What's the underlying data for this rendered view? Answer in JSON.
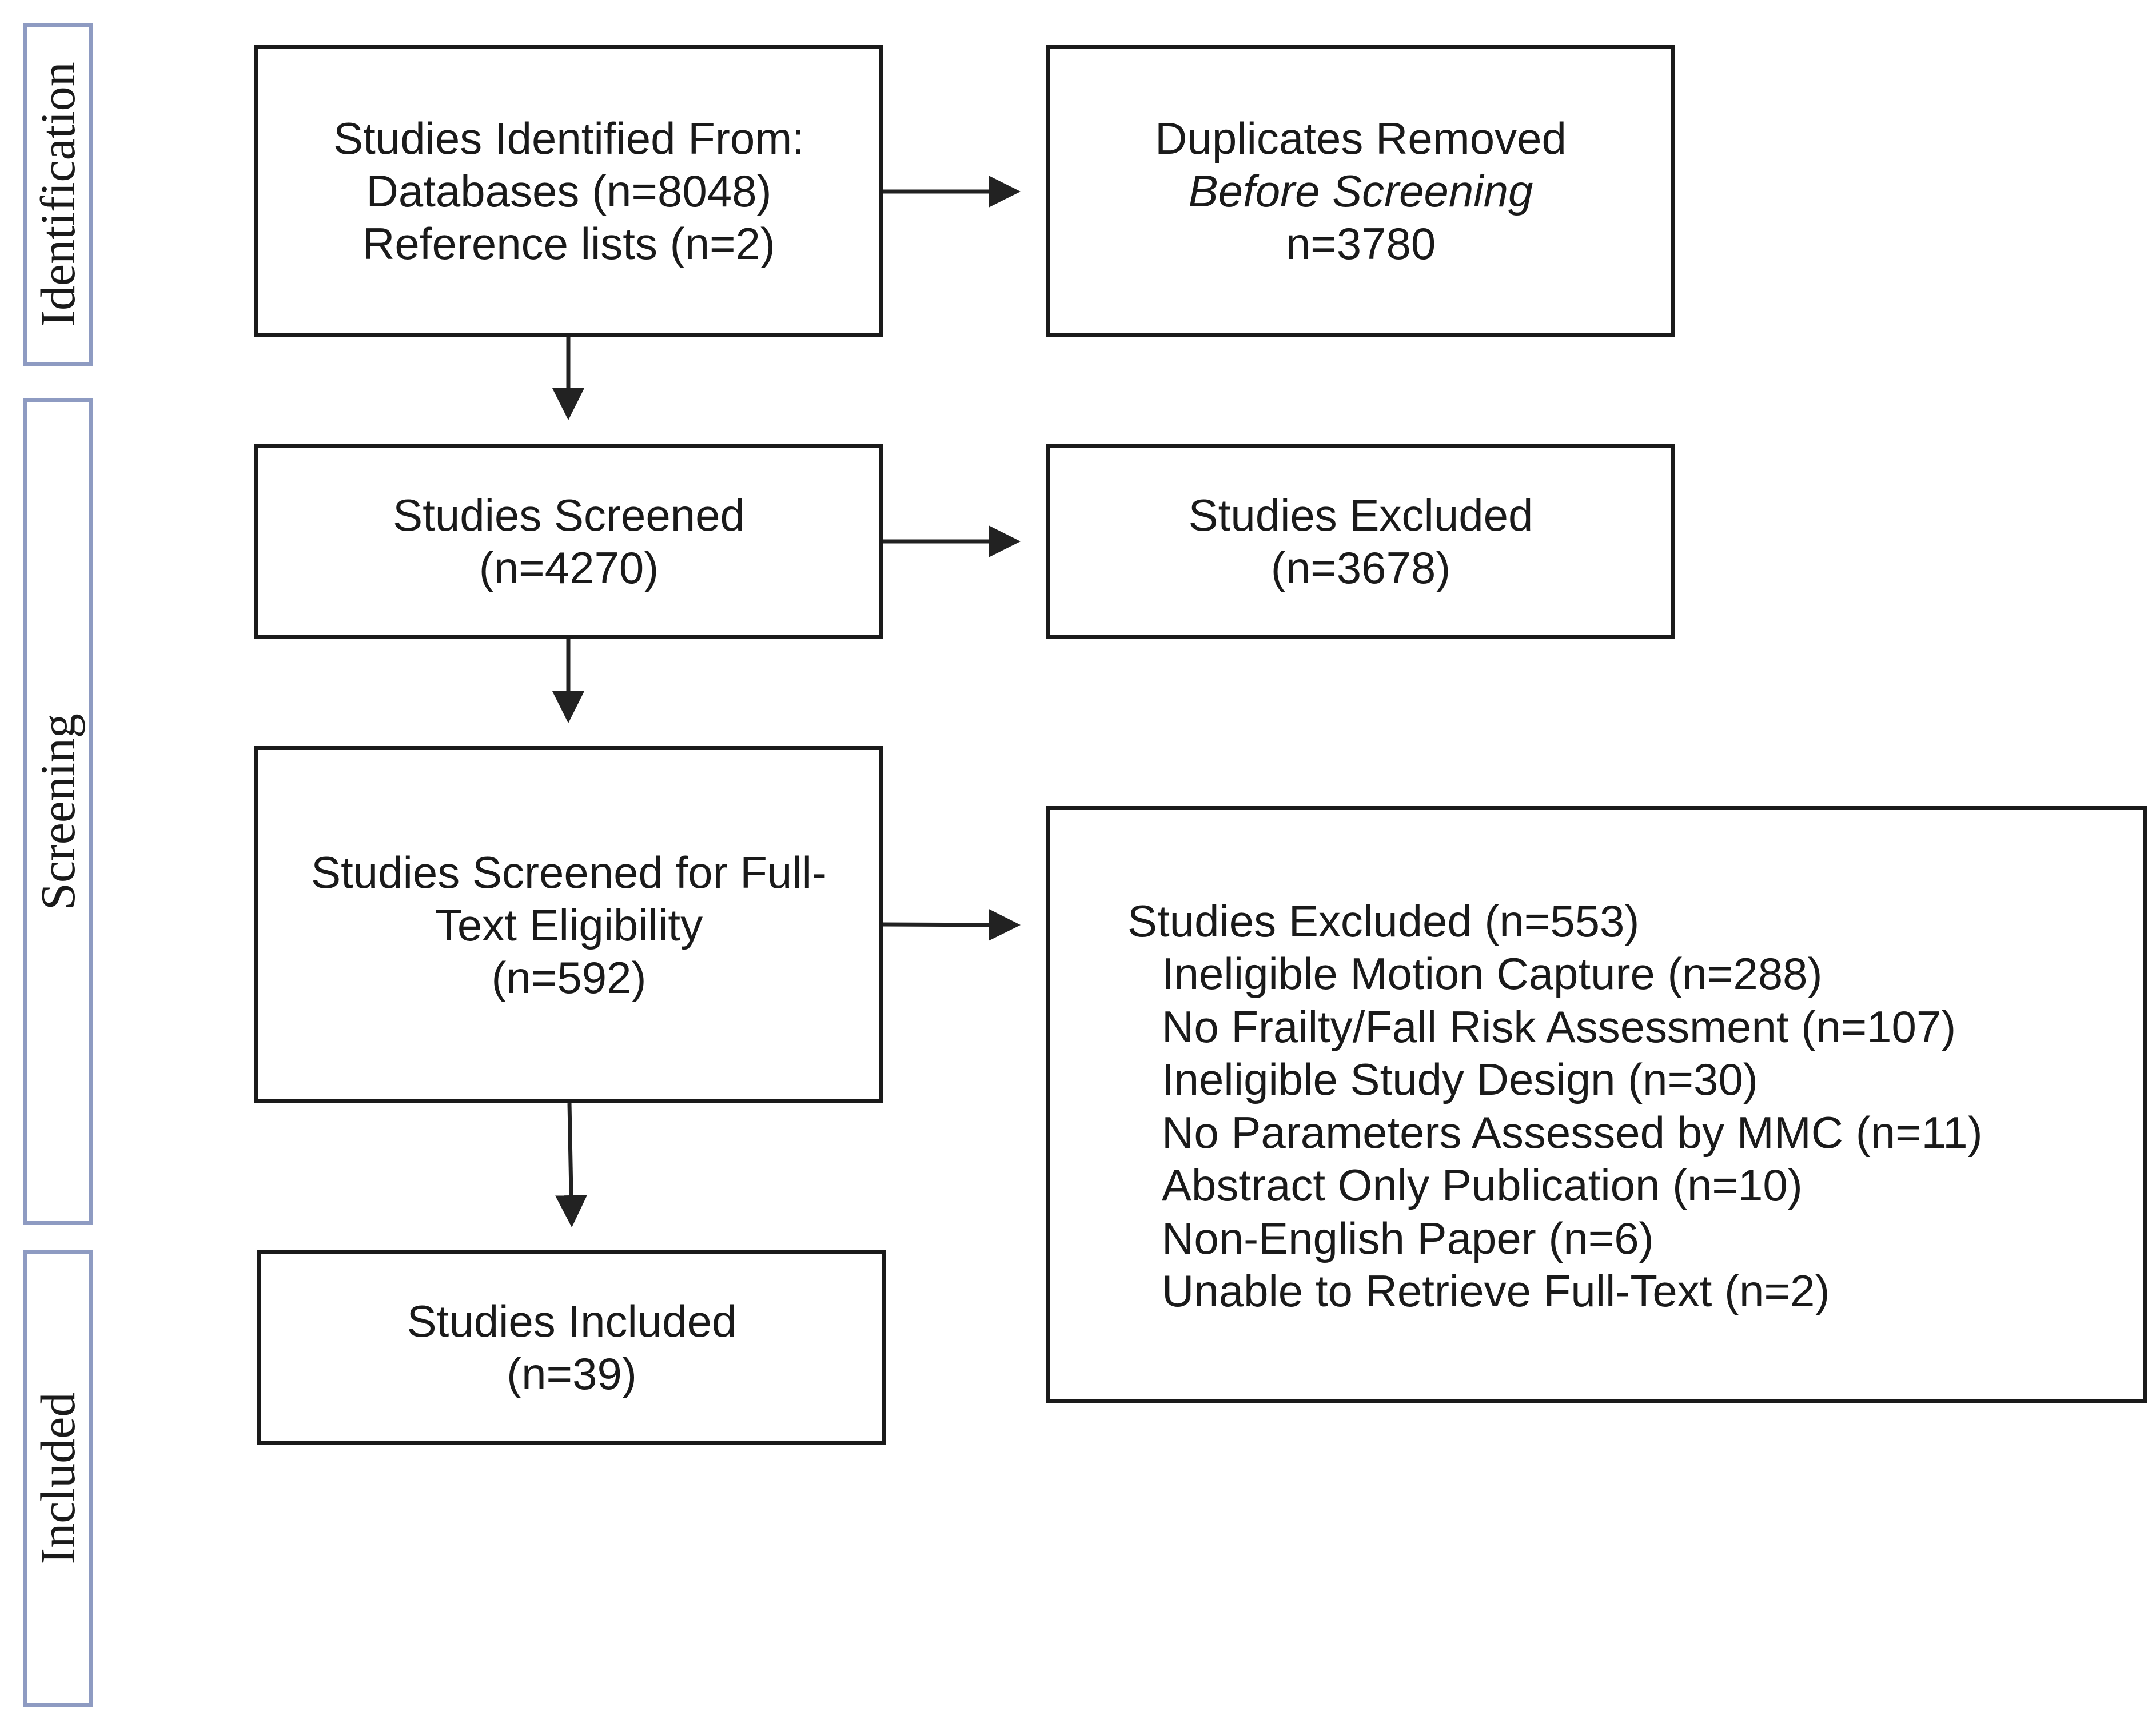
{
  "phases": {
    "identification": "Identification",
    "screening": "Screening",
    "included": "Included"
  },
  "identified": {
    "line1": "Studies Identified From:",
    "line2": "Databases (n=8048)",
    "line3": "Reference lists (n=2)"
  },
  "duplicates": {
    "line1": "Duplicates Removed",
    "line2": "Before Screening",
    "line3": "n=3780"
  },
  "screened": {
    "line1": "Studies Screened",
    "line2": "(n=4270)"
  },
  "excluded_screening": {
    "line1": "Studies Excluded",
    "line2": "(n=3678)"
  },
  "fulltext": {
    "line1": "Studies Screened for Full-",
    "line2": "Text Eligibility",
    "line3": "(n=592)"
  },
  "included_box": {
    "line1": "Studies Included",
    "line2": "(n=39)"
  },
  "excluded_fulltext": {
    "title": "Studies Excluded (n=553)",
    "reasons": [
      "Ineligible Motion Capture (n=288)",
      "No Frailty/Fall Risk Assessment (n=107)",
      "Ineligible Study Design (n=30)",
      "No Parameters Assessed by MMC (n=11)",
      "Abstract Only Publication (n=10)",
      "Non-English Paper (n=6)",
      "Unable to Retrieve Full-Text (n=2)"
    ]
  },
  "colors": {
    "phase_border": "#8e9bc2",
    "box_border": "#1a1a1a",
    "arrow": "#222222"
  }
}
